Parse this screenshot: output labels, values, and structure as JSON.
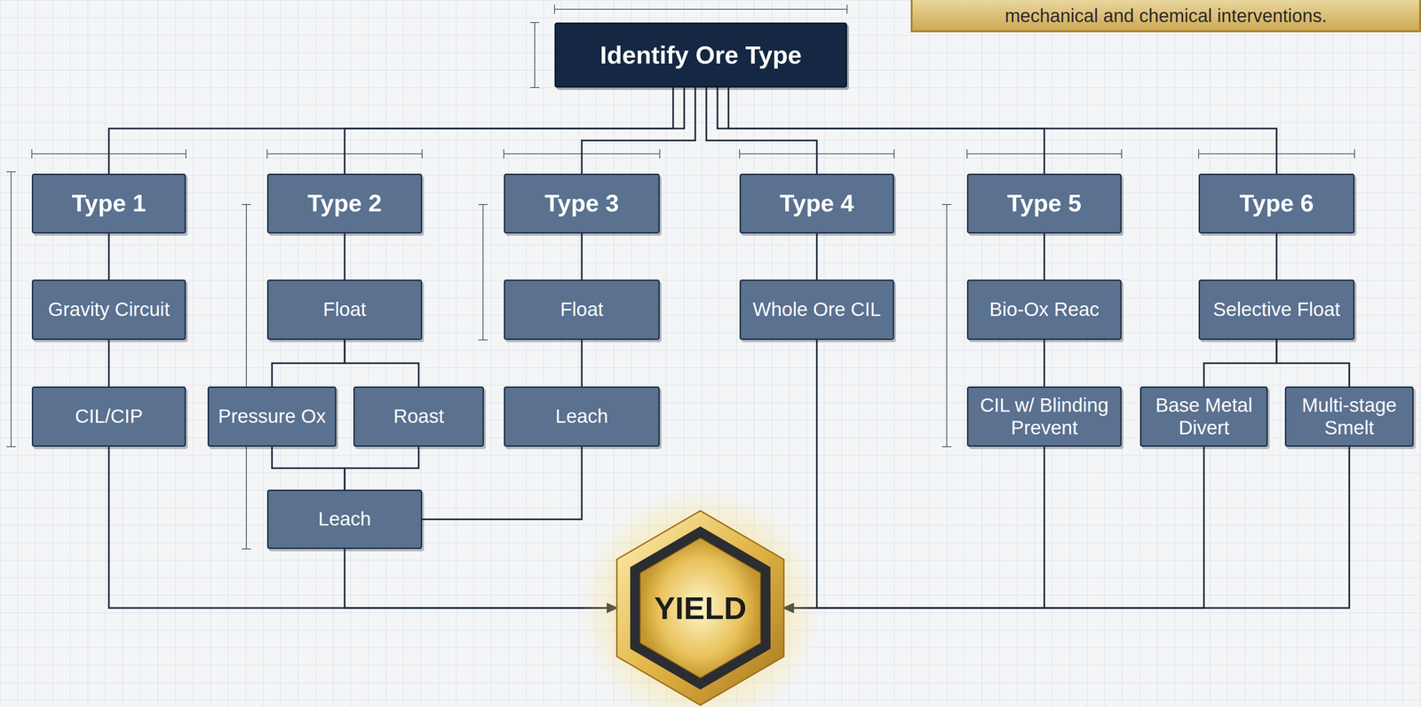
{
  "diagram": {
    "nodes": [
      {
        "text": [
          "mechanical and chemical interventions."
        ]
      },
      {
        "text": [
          "Identify Ore Type"
        ]
      },
      {
        "text": [
          "Type 1"
        ]
      },
      {
        "text": [
          "Gravity Circuit"
        ]
      },
      {
        "text": [
          "CIL/CIP"
        ]
      },
      {
        "text": [
          "Type 2"
        ]
      },
      {
        "text": [
          "Float"
        ]
      },
      {
        "text": [
          "Pressure Ox"
        ]
      },
      {
        "text": [
          "Roast"
        ]
      },
      {
        "text": [
          "Leach"
        ]
      },
      {
        "text": [
          "Type 3"
        ]
      },
      {
        "text": [
          "Float"
        ]
      },
      {
        "text": [
          "Leach"
        ]
      },
      {
        "text": [
          "Type 4"
        ]
      },
      {
        "text": [
          "Whole Ore CIL"
        ]
      },
      {
        "text": [
          "Type 5"
        ]
      },
      {
        "text": [
          "Bio-Ox Reac"
        ]
      },
      {
        "text": [
          "CIL w/ Blinding Prevent"
        ]
      },
      {
        "text": [
          "Type 6"
        ]
      },
      {
        "text": [
          "Selective Float"
        ]
      },
      {
        "text": [
          "Base Metal Divert"
        ]
      },
      {
        "text": [
          "Multi-stage Smelt"
        ]
      },
      {
        "text": [
          "YIELD"
        ]
      }
    ],
    "edges": [
      {
        "from": 1,
        "to": 2,
        "arrow": "none"
      },
      {
        "from": 1,
        "to": 5,
        "arrow": "none"
      },
      {
        "from": 1,
        "to": 10,
        "arrow": "none"
      },
      {
        "from": 1,
        "to": 13,
        "arrow": "none"
      },
      {
        "from": 1,
        "to": 15,
        "arrow": "none"
      },
      {
        "from": 1,
        "to": 18,
        "arrow": "none"
      },
      {
        "from": 2,
        "to": 3,
        "arrow": "none"
      },
      {
        "from": 3,
        "to": 4,
        "arrow": "none"
      },
      {
        "from": 4,
        "to": 22,
        "arrow": "to"
      },
      {
        "from": 5,
        "to": 6,
        "arrow": "none"
      },
      {
        "from": 6,
        "to": 7,
        "arrow": "none"
      },
      {
        "from": 6,
        "to": 8,
        "arrow": "none"
      },
      {
        "from": 7,
        "to": 9,
        "arrow": "none"
      },
      {
        "from": 8,
        "to": 9,
        "arrow": "none"
      },
      {
        "from": 9,
        "to": 22,
        "arrow": "to"
      },
      {
        "from": 10,
        "to": 11,
        "arrow": "none"
      },
      {
        "from": 11,
        "to": 12,
        "arrow": "none"
      },
      {
        "from": 12,
        "to": 9,
        "arrow": "none"
      },
      {
        "from": 13,
        "to": 14,
        "arrow": "none"
      },
      {
        "from": 14,
        "to": 22,
        "arrow": "to"
      },
      {
        "from": 15,
        "to": 16,
        "arrow": "none"
      },
      {
        "from": 16,
        "to": 17,
        "arrow": "none"
      },
      {
        "from": 17,
        "to": 22,
        "arrow": "to"
      },
      {
        "from": 18,
        "to": 19,
        "arrow": "none"
      },
      {
        "from": 19,
        "to": 20,
        "arrow": "none"
      },
      {
        "from": 19,
        "to": 21,
        "arrow": "none"
      },
      {
        "from": 20,
        "to": 22,
        "arrow": "to"
      },
      {
        "from": 21,
        "to": 22,
        "arrow": "to"
      }
    ]
  }
}
